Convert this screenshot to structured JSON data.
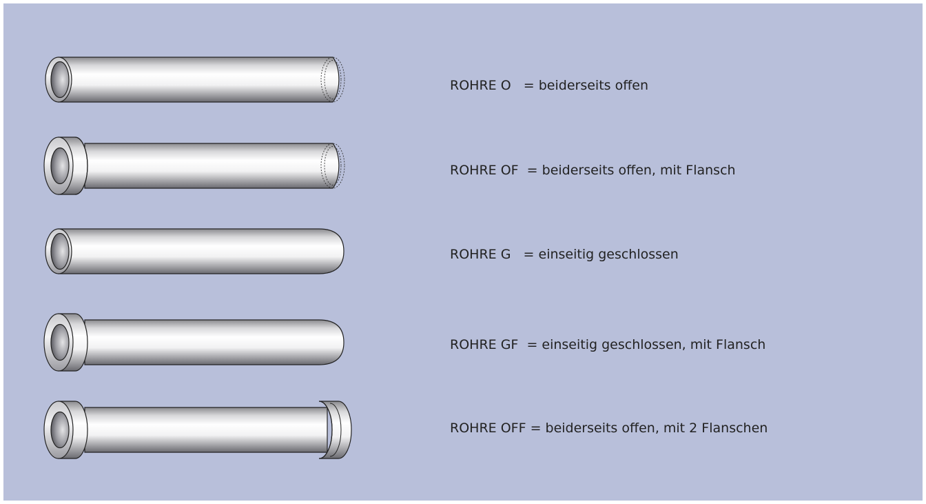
{
  "colors": {
    "background": "#b8bfda",
    "outline": "#222222",
    "tube_light": "#ffffff",
    "tube_dark": "#6e6e72",
    "bore_dark": "#4a4a50"
  },
  "rows": [
    {
      "code": "ROHRE O",
      "pad": "   ",
      "desc": "= beiderseits offen",
      "tube_type": "open-both-ends"
    },
    {
      "code": "ROHRE OF",
      "pad": "  ",
      "desc": "= beiderseits offen, mit Flansch",
      "tube_type": "open-both-ends-flange"
    },
    {
      "code": "ROHRE G",
      "pad": "   ",
      "desc": "= einseitig geschlossen",
      "tube_type": "closed-one-end"
    },
    {
      "code": "ROHRE GF",
      "pad": "  ",
      "desc": "= einseitig geschlossen, mit Flansch",
      "tube_type": "closed-one-end-flange"
    },
    {
      "code": "ROHRE OFF",
      "pad": " ",
      "desc": "= beiderseits offen, mit 2 Flanschen",
      "tube_type": "open-both-ends-two-flanges"
    }
  ]
}
